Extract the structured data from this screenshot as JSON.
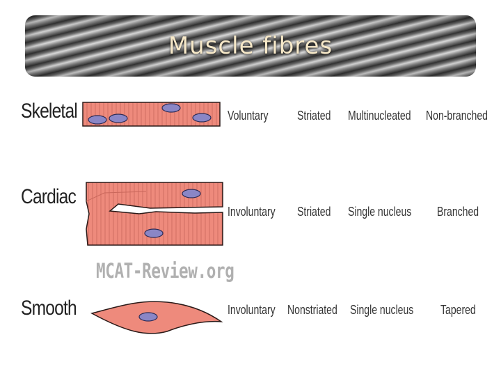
{
  "title": "Muscle fibres",
  "watermark": "MCAT-Review.org",
  "rows": [
    {
      "name": "Skeletal",
      "control": "Voluntary",
      "striation": "Striated",
      "nuclei": "Multinucleated",
      "branching": "Non-branched"
    },
    {
      "name": "Cardiac",
      "control": "Involuntary",
      "striation": "Striated",
      "nuclei": "Single nucleus",
      "branching": "Branched"
    },
    {
      "name": "Smooth",
      "control": "Involuntary",
      "striation": "Nonstriated",
      "nuclei": "Single nucleus",
      "branching": "Tapered"
    }
  ],
  "colors": {
    "fibre": "#ee8a7c",
    "fibre_stroke": "#2b1a18",
    "nucleus": "#8a86c6"
  }
}
